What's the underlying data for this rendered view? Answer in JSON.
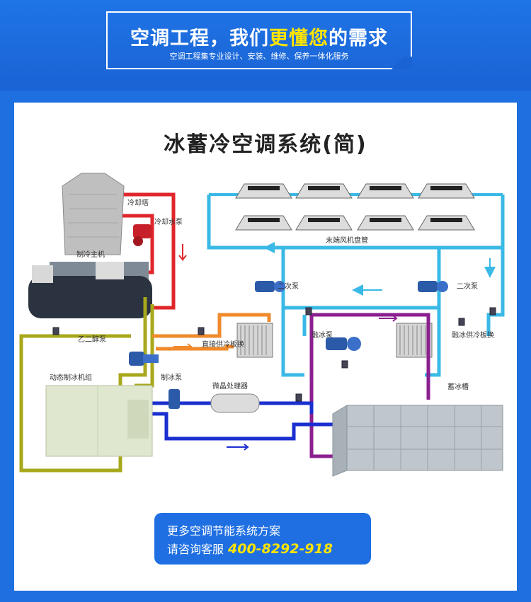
{
  "header": {
    "headline_part1": "空调工程，我们",
    "headline_highlight": "更懂您",
    "headline_part2": "的需求",
    "subline": "空调工程集专业设计、安装、维修、保养一体化服务"
  },
  "diagram": {
    "title": "冰蓄冷空调系统(简)",
    "labels": {
      "cooling_tower": "冷却塔",
      "cooling_water_pump": "冷却水泵",
      "chiller_main": "制冷主机",
      "glycol_pump": "乙二醇泵",
      "secondary_pump_left": "二次泵",
      "secondary_pump_right": "二次泵",
      "fan_coil": "末端风机盘管",
      "direct_supply_hx": "直接供冷板换",
      "ice_melt_pump": "融冰泵",
      "ice_melt_hx": "融冰供冷板换",
      "ice_making_pump": "制冰泵",
      "microcrystal_processor": "微晶处理器",
      "dynamic_ice_unit": "动态制冰机组",
      "ice_storage_tank": "蓄冰槽"
    },
    "colors": {
      "cooling_water": "#e0262a",
      "chilled_water": "#3ab9e6",
      "glycol": "#a8a81c",
      "supply": "#f08a2b",
      "ice_melt": "#8b1f8f",
      "ice_making": "#1a2fd0"
    }
  },
  "cta": {
    "line1": "更多空调节能系统方案",
    "line2_prefix": "请咨询客服",
    "phone": "400-8292-918"
  }
}
